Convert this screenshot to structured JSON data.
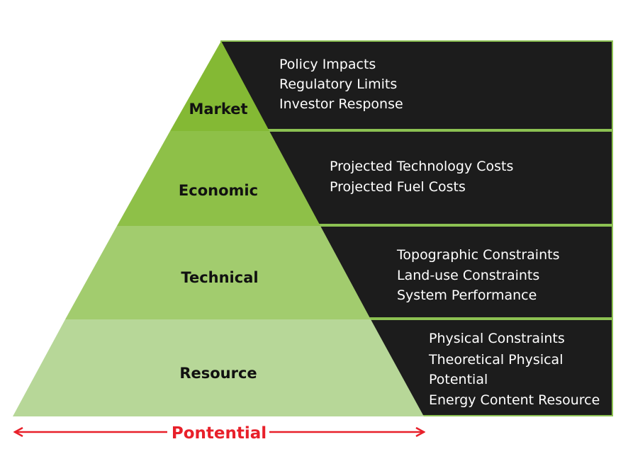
{
  "tiers": [
    {
      "label": "Market",
      "color": "#84b934",
      "items": [
        "Policy Impacts",
        "Regulatory Limits",
        "Investor Response"
      ]
    },
    {
      "label": "Economic",
      "color": "#8ec048",
      "items": [
        "Projected Technology Costs",
        "Projected Fuel Costs"
      ]
    },
    {
      "label": "Technical",
      "color": "#a2cc6e",
      "items": [
        "Topographic Constraints",
        "Land-use Constraints",
        "System Performance"
      ]
    },
    {
      "label": "Resource",
      "color": "#b7d798",
      "items": [
        "Physical Constraints",
        "Theoretical Physical",
        "Potential",
        "Energy Content Resource"
      ]
    }
  ],
  "potential_label": "Pontential",
  "colors": {
    "panel": "#1c1c1c",
    "border": "#8cc152",
    "arrow": "#e8202a"
  }
}
